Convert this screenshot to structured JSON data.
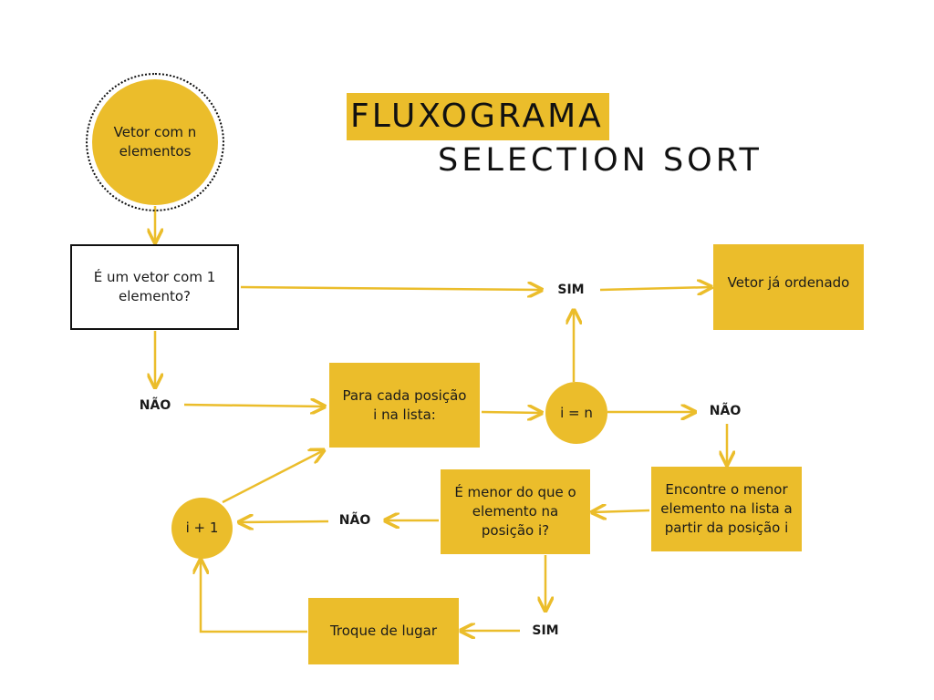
{
  "title": {
    "line1": "FLUXOGRAMA",
    "line2": "SELECTION SORT"
  },
  "nodes": {
    "start": "Vetor com n elementos",
    "check_one": "É um vetor com 1 elemento?",
    "sorted": "Vetor já ordenado",
    "for_each": "Para cada posição i na lista:",
    "i_eq_n": "i = n",
    "find_min": "Encontre o menor elemento na lista a partir da posição i",
    "is_smaller": "É menor do que o elemento na posição i?",
    "increment": "i + 1",
    "swap": "Troque de lugar"
  },
  "labels": {
    "sim_top": "SIM",
    "nao_left": "NÃO",
    "nao_right": "NÃO",
    "nao_middle": "NÃO",
    "sim_bottom": "SIM"
  },
  "colors": {
    "accent": "#ebbd2b",
    "text": "#111111"
  }
}
